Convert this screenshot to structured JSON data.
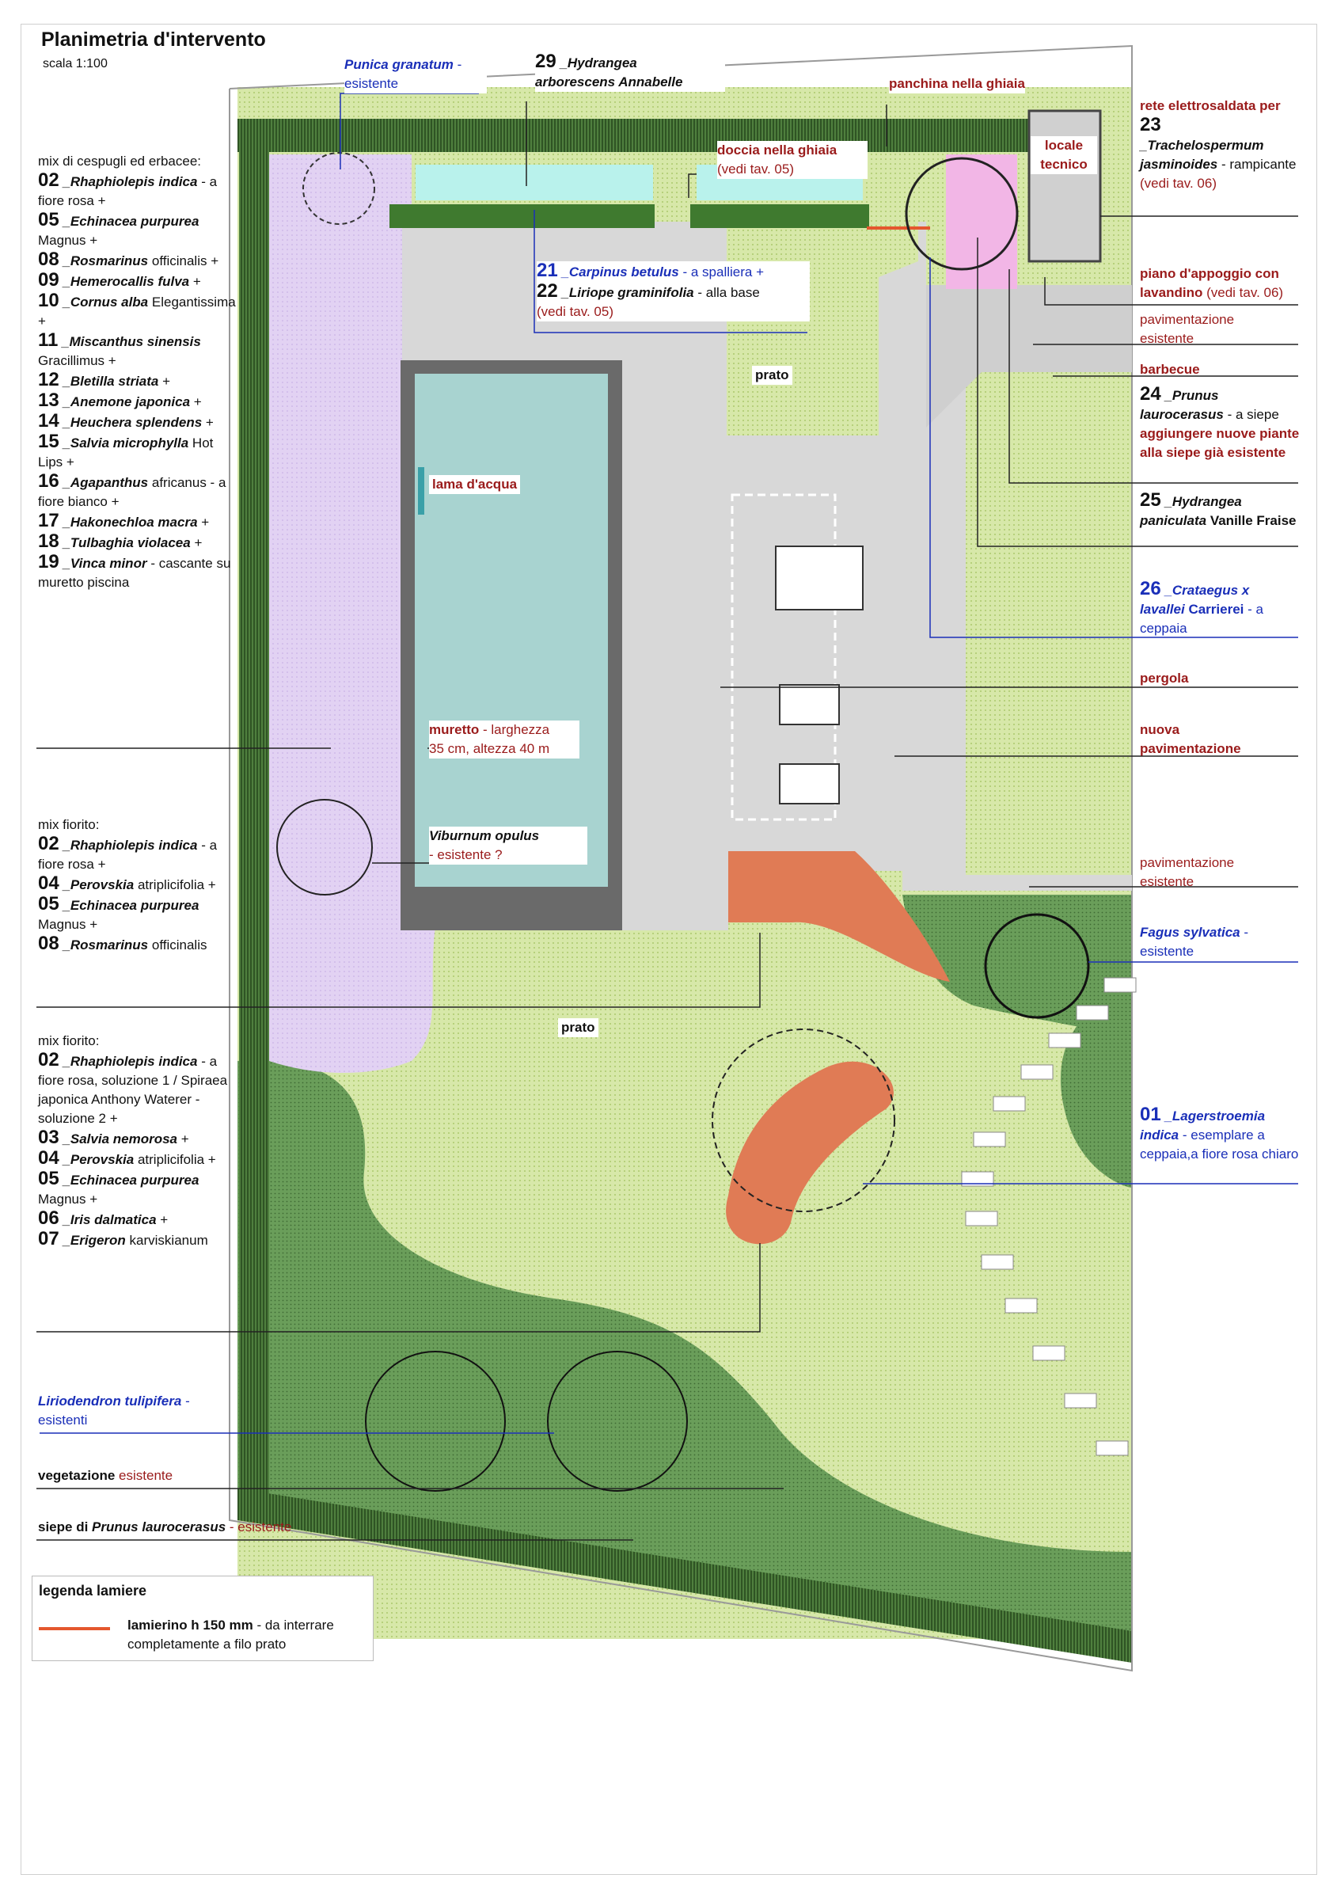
{
  "header": {
    "title": "Planimetria d'intervento",
    "scale": "scala 1:100"
  },
  "left": {
    "mix1": {
      "intro": "mix di cespugli ed erbacee:",
      "items": [
        {
          "n": "02",
          "name": "_Rhaphiolepis indica",
          "note": "- a fiore rosa +"
        },
        {
          "n": "05",
          "name": "_Echinacea purpurea",
          "note": "Magnus +"
        },
        {
          "n": "08",
          "name": "_Rosmarinus",
          "note": "officinalis +"
        },
        {
          "n": "09",
          "name": "_Hemerocallis fulva",
          "note": "+"
        },
        {
          "n": "10",
          "name": "_Cornus alba",
          "note": "Elegantissima +"
        },
        {
          "n": "11",
          "name": "_Miscanthus sinensis",
          "note": "Gracillimus +"
        },
        {
          "n": "12",
          "name": "_Bletilla striata",
          "note": "+"
        },
        {
          "n": "13",
          "name": "_Anemone japonica",
          "note": "+"
        },
        {
          "n": "14",
          "name": "_Heuchera splendens",
          "note": "+"
        },
        {
          "n": "15",
          "name": "_Salvia microphylla",
          "note": "Hot Lips +"
        },
        {
          "n": "16",
          "name": "_Agapanthus",
          "note": "africanus - a fiore bianco +"
        },
        {
          "n": "17",
          "name": "_Hakonechloa macra",
          "note": "+"
        },
        {
          "n": "18",
          "name": "_Tulbaghia violacea",
          "note": "+"
        },
        {
          "n": "19",
          "name": "_Vinca minor",
          "note": "- cascante su muretto piscina"
        }
      ]
    },
    "mix2": {
      "intro": "mix fiorito:",
      "items": [
        {
          "n": "02",
          "name": "_Rhaphiolepis indica",
          "note": "- a fiore rosa +"
        },
        {
          "n": "04",
          "name": "_Perovskia",
          "note": "atriplicifolia +"
        },
        {
          "n": "05",
          "name": "_Echinacea purpurea",
          "note": "Magnus +"
        },
        {
          "n": "08",
          "name": "_Rosmarinus",
          "note": "officinalis"
        }
      ]
    },
    "mix3": {
      "intro": "mix fiorito:",
      "items": [
        {
          "n": "02",
          "name": "_Rhaphiolepis indica",
          "note": "- a fiore rosa, soluzione 1 / Spiraea japonica Anthony Waterer - soluzione 2 +"
        },
        {
          "n": "03",
          "name": "_Salvia nemorosa",
          "note": "+"
        },
        {
          "n": "04",
          "name": "_Perovskia",
          "note": "atriplicifolia +"
        },
        {
          "n": "05",
          "name": "_Echinacea purpurea",
          "note": "Magnus +"
        },
        {
          "n": "06",
          "name": "_Iris dalmatica",
          "note": "+"
        },
        {
          "n": "07",
          "name": "_Erigeron",
          "note": "karviskianum"
        }
      ]
    },
    "lirio": {
      "name": "Liriodendron tulipifera",
      "note": "- esistenti"
    },
    "veg": {
      "a": "vegetazione",
      "b": "esistente"
    },
    "siepe": {
      "a": "siepe di",
      "b": "Prunus laurocerasus",
      "c": "- esistente"
    }
  },
  "top": {
    "punica": {
      "name": "Punica granatum",
      "note": "- esistente"
    },
    "n29": {
      "n": "29",
      "name": "_Hydrangea",
      "name2": "arborescens Annabelle"
    },
    "doccia": {
      "a": "doccia nella ghiaia",
      "b": "(vedi tav. 05)"
    },
    "panchina": "panchina nella ghiaia",
    "locale": {
      "a": "locale",
      "b": "tecnico"
    },
    "n21": {
      "n": "21",
      "name": "_Carpinus betulus",
      "note": "- a spalliera +"
    },
    "n22": {
      "n": "22",
      "name": "_Liriope graminifolia",
      "note": "- alla base",
      "ref": "(vedi tav. 05)"
    }
  },
  "map": {
    "prato1": "prato",
    "prato2": "prato",
    "lama": "lama d'acqua",
    "muretto": {
      "a": "muretto",
      "b": "- larghezza",
      "c": "35 cm, altezza 40 m"
    },
    "viburnum": {
      "name": "Viburnum opulus",
      "note": "- esistente ?"
    }
  },
  "right": {
    "rete": {
      "a": "rete elettrosaldata per",
      "n": "23",
      "name": "_Trachelospermum",
      "name2": "jasminoides",
      "note": "- rampicante",
      "ref": "(vedi tav. 06)"
    },
    "piano": {
      "a": "piano d'appoggio con",
      "b": "lavandino",
      "ref": "(vedi tav. 06)"
    },
    "pav1": {
      "a": "pavimentazione",
      "b": "esistente"
    },
    "barbecue": "barbecue",
    "n24": {
      "n": "24",
      "name": "_Prunus",
      "name2": "laurocerasus",
      "note": "- a siepe",
      "red": "aggiungere nuove piante alla siepe già esistente"
    },
    "n25": {
      "n": "25",
      "name": "_Hydrangea",
      "name2": "paniculata",
      "note": "Vanille Fraise"
    },
    "n26": {
      "n": "26",
      "name": "_Crataegus x",
      "name2": "lavallei",
      "note": "Carrierei",
      "note2": "- a ceppaia"
    },
    "pergola": "pergola",
    "nuova": {
      "a": "nuova",
      "b": "pavimentazione"
    },
    "pav2": {
      "a": "pavimentazione",
      "b": "esistente"
    },
    "fagus": {
      "name": "Fagus sylvatica",
      "note": "-",
      "note2": "esistente"
    },
    "n01": {
      "n": "01",
      "name": "_Lagerstroemia",
      "name2": "indica",
      "note": "- esemplare a ceppaia,a fiore rosa chiaro"
    }
  },
  "legend": {
    "title": "legenda lamiere",
    "a": "lamierino h 150 mm",
    "b": "- da interrare",
    "c": "completamente a filo prato"
  }
}
